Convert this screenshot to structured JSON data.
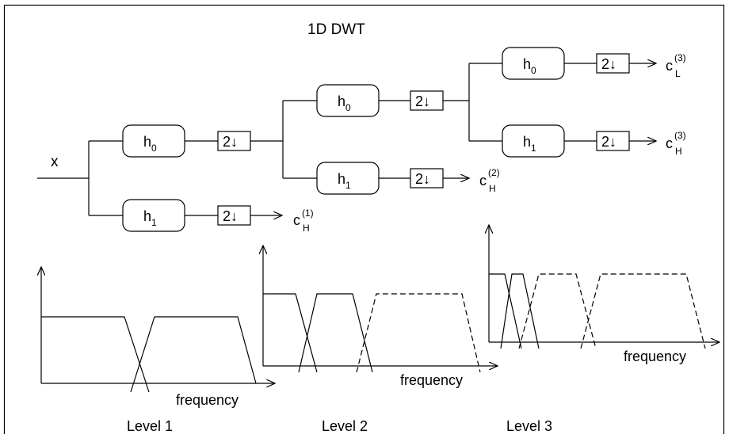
{
  "title": "1D DWT",
  "input_label": "x",
  "filters": {
    "lowpass_base": "h",
    "lowpass_sub": "0",
    "highpass_base": "h",
    "highpass_sub": "1"
  },
  "downsample_label": "2↓",
  "outputs": {
    "base": "c",
    "h1": {
      "sub": "H",
      "sup": "(1)"
    },
    "h2": {
      "sub": "H",
      "sup": "(2)"
    },
    "h3": {
      "sub": "H",
      "sup": "(3)"
    },
    "l3": {
      "sub": "L",
      "sup": "(3)"
    }
  },
  "freq_axis_label": "frequency",
  "levels": [
    "Level 1",
    "Level 2",
    "Level 3"
  ]
}
